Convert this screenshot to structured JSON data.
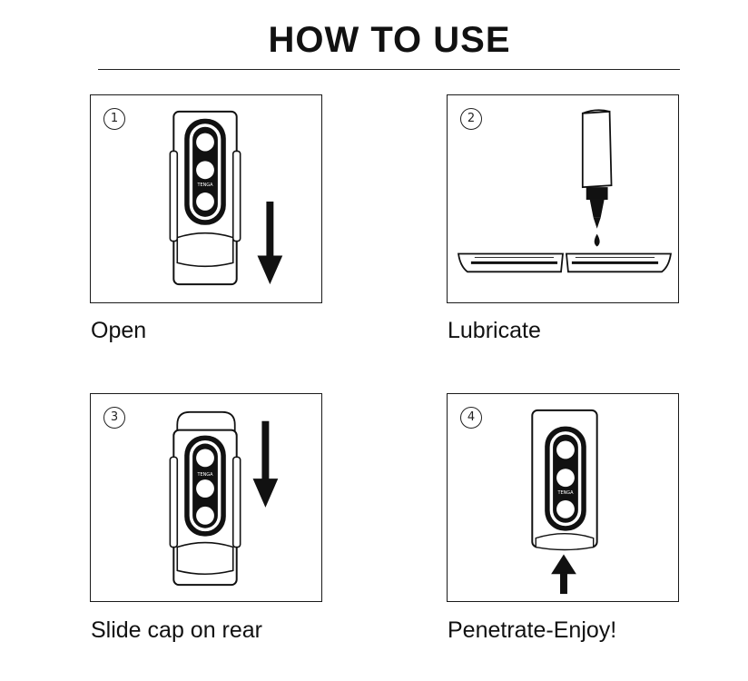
{
  "heading": "HOW TO USE",
  "steps": [
    {
      "number": "1",
      "caption": "Open"
    },
    {
      "number": "2",
      "caption": "Lubricate"
    },
    {
      "number": "3",
      "caption": "Slide cap on rear"
    },
    {
      "number": "4",
      "caption": "Penetrate-Enjoy!"
    }
  ],
  "brand_mark": "TENGA",
  "colors": {
    "ink": "#111111",
    "background": "#ffffff"
  }
}
